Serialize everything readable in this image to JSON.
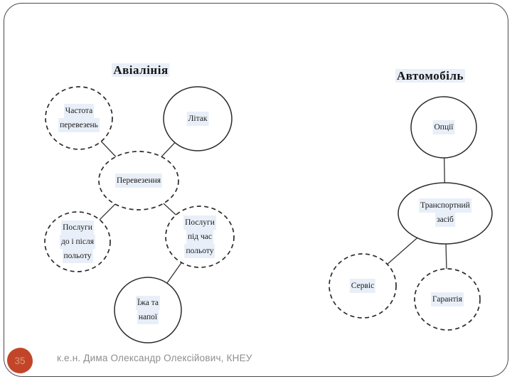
{
  "slide": {
    "page_number": "35",
    "footer_text": "к.е.н. Дима Олександр Олексійович, КНЕУ"
  },
  "colors": {
    "badge_background": "#c2452a",
    "badge_text": "#dd9b78",
    "footer_text": "#8e8e8e",
    "node_stroke": "#2b2b2b",
    "frame_border": "#4a4a4a",
    "text_highlight": "#c7d8ee"
  },
  "airline": {
    "title": "Авіалінія",
    "nodes": {
      "frequency": {
        "label": "Частота перевезень",
        "lines": [
          "Частота",
          "перевезень"
        ],
        "border": "dashed"
      },
      "plane": {
        "label": "Літак",
        "lines": [
          "Літак"
        ],
        "border": "solid"
      },
      "transportation": {
        "label": "Перевезення",
        "lines": [
          "Перевезення"
        ],
        "border": "dashed"
      },
      "services_before_after": {
        "label": "Послуги до і після польоту",
        "lines": [
          "Послуги",
          "до і після",
          "польоту"
        ],
        "border": "dashed"
      },
      "services_during": {
        "label": "Послуги під час польоту",
        "lines": [
          "Послуги",
          "під час",
          "польоту"
        ],
        "border": "dashed"
      },
      "food_drinks": {
        "label": "Їжа та напої",
        "lines": [
          "Їжа та",
          "напої"
        ],
        "border": "solid"
      }
    },
    "edges": [
      {
        "from": "frequency",
        "to": "transportation"
      },
      {
        "from": "plane",
        "to": "transportation"
      },
      {
        "from": "transportation",
        "to": "services_before_after"
      },
      {
        "from": "transportation",
        "to": "services_during"
      },
      {
        "from": "services_during",
        "to": "food_drinks"
      }
    ]
  },
  "automobile": {
    "title": "Автомобіль",
    "nodes": {
      "options": {
        "label": "Опції",
        "lines": [
          "Опції"
        ],
        "border": "solid"
      },
      "vehicle": {
        "label": "Транспортний засіб",
        "lines": [
          "Транспортний",
          "засіб"
        ],
        "border": "solid"
      },
      "service": {
        "label": "Сервіс",
        "lines": [
          "Сервіс"
        ],
        "border": "dashed"
      },
      "warranty": {
        "label": "Гарантія",
        "lines": [
          "Гарантія"
        ],
        "border": "dashed"
      }
    },
    "edges": [
      {
        "from": "options",
        "to": "vehicle"
      },
      {
        "from": "vehicle",
        "to": "service"
      },
      {
        "from": "vehicle",
        "to": "warranty"
      }
    ]
  }
}
